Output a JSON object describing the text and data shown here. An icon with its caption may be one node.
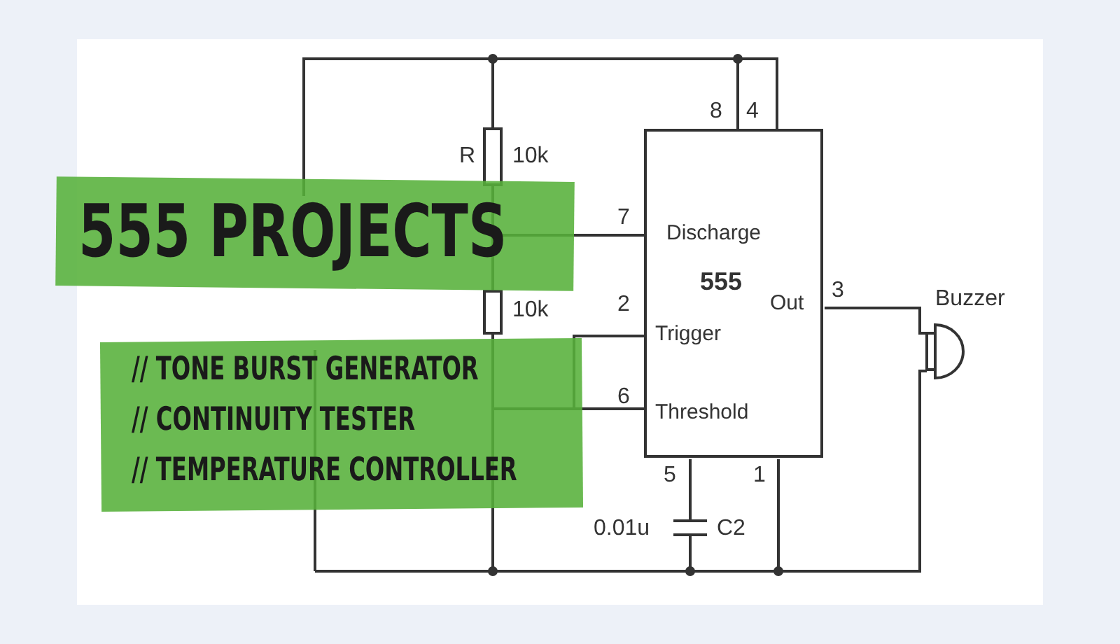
{
  "diagram": {
    "title": "555 PROJECTS",
    "nodes": [
      {
        "text": [
          "Discharge",
          "555",
          "Out",
          "Trigger",
          "Threshold"
        ],
        "beside": [
          "8",
          "4",
          "7",
          "2",
          "3",
          "6",
          "5",
          "1"
        ]
      },
      {
        "text": [],
        "shape": "box",
        "beside": [
          "R",
          "10k"
        ]
      },
      {
        "text": [],
        "shape": "box",
        "beside": [
          "10k"
        ]
      },
      {
        "text": [],
        "shape": "capacitor",
        "beside": [
          "0.01u",
          "C2"
        ]
      },
      {
        "text": [],
        "shape": "picture",
        "beside": [
          "Buzzer"
        ]
      }
    ],
    "edges": [
      {
        "from": 1,
        "to": 0,
        "arrow": "none"
      },
      {
        "from": 1,
        "to": 0,
        "arrow": "none"
      },
      {
        "from": 1,
        "to": 2,
        "arrow": "none"
      },
      {
        "from": 2,
        "to": 0,
        "arrow": "none"
      },
      {
        "from": 3,
        "to": 0,
        "arrow": "none"
      },
      {
        "from": 0,
        "to": 4,
        "arrow": "none"
      },
      {
        "from": 4,
        "to": 0,
        "arrow": "none"
      },
      {
        "from": 3,
        "to": 0,
        "arrow": "none"
      }
    ],
    "labels": [
      "// TONE BURST GENERATOR",
      "// CONTINUITY TESTER",
      "// TEMPERATURE CONTROLLER"
    ]
  }
}
